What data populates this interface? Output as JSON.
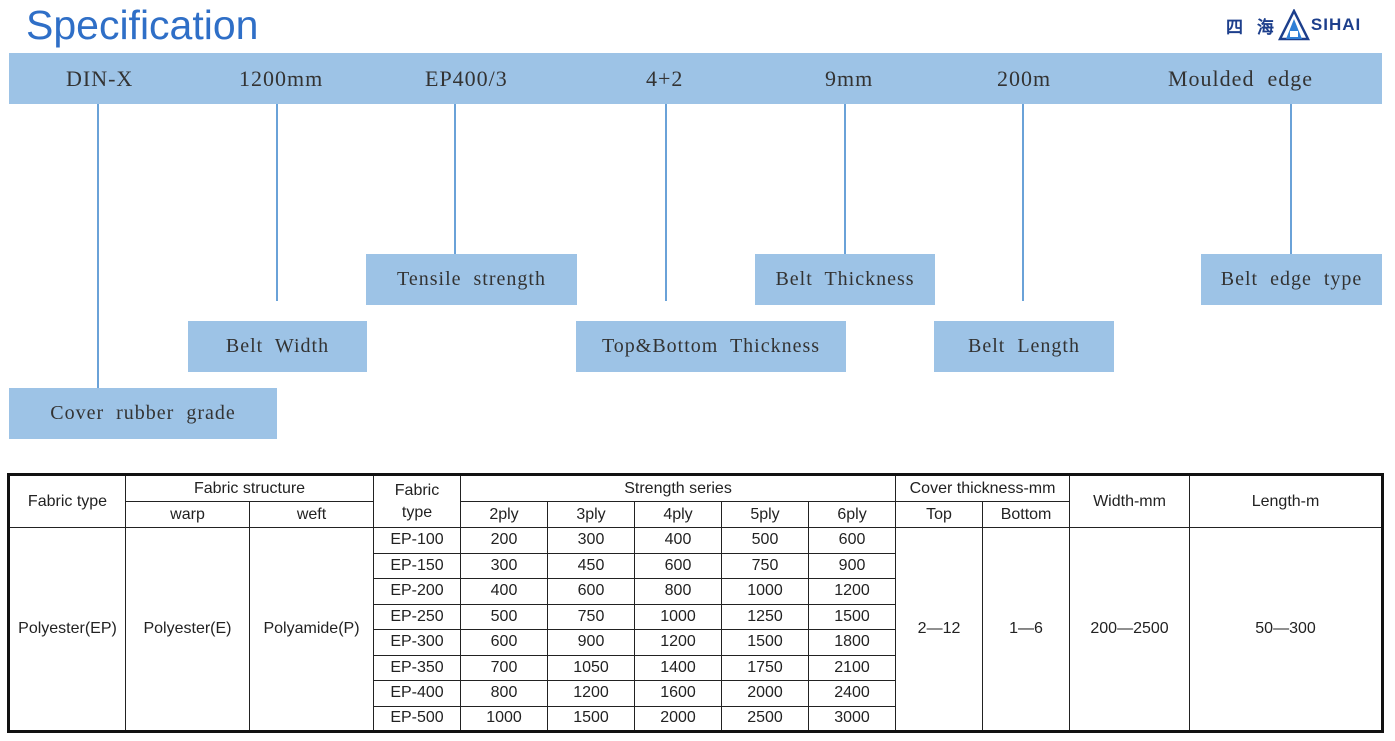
{
  "title": "Specification",
  "logo": {
    "cn": "四 海",
    "en": "SIHAI"
  },
  "spec_bar": [
    "DIN-X",
    "1200mm",
    "EP400/3",
    "4+2",
    "9mm",
    "200m",
    "Moulded  edge"
  ],
  "labels": {
    "cover_rubber_grade": "Cover  rubber  grade",
    "belt_width": "Belt  Width",
    "tensile_strength": "Tensile  strength",
    "top_bottom_thickness": "Top&Bottom  Thickness",
    "belt_thickness": "Belt  Thickness",
    "belt_length": "Belt  Length",
    "belt_edge_type": "Belt  edge  type"
  },
  "table": {
    "headers": {
      "fabric_type": "Fabric type",
      "fabric_structure": "Fabric structure",
      "warp": "warp",
      "weft": "weft",
      "fabric_type2": "Fabric type",
      "strength_series": "Strength series",
      "plies": [
        "2ply",
        "3ply",
        "4ply",
        "5ply",
        "6ply"
      ],
      "cover_thickness": "Cover thickness-mm",
      "top": "Top",
      "bottom": "Bottom",
      "width": "Width-mm",
      "length": "Length-m"
    },
    "fabric_type": "Polyester(EP)",
    "warp": "Polyester(E)",
    "weft": "Polyamide(P)",
    "rows": [
      {
        "type": "EP-100",
        "values": [
          "200",
          "300",
          "400",
          "500",
          "600"
        ]
      },
      {
        "type": "EP-150",
        "values": [
          "300",
          "450",
          "600",
          "750",
          "900"
        ]
      },
      {
        "type": "EP-200",
        "values": [
          "400",
          "600",
          "800",
          "1000",
          "1200"
        ]
      },
      {
        "type": "EP-250",
        "values": [
          "500",
          "750",
          "1000",
          "1250",
          "1500"
        ]
      },
      {
        "type": "EP-300",
        "values": [
          "600",
          "900",
          "1200",
          "1500",
          "1800"
        ]
      },
      {
        "type": "EP-350",
        "values": [
          "700",
          "1050",
          "1400",
          "1750",
          "2100"
        ]
      },
      {
        "type": "EP-400",
        "values": [
          "800",
          "1200",
          "1600",
          "2000",
          "2400"
        ]
      },
      {
        "type": "EP-500",
        "values": [
          "1000",
          "1500",
          "2000",
          "2500",
          "3000"
        ]
      }
    ],
    "top": "2—12",
    "bottom": "1—6",
    "width": "200—2500",
    "length": "50—300"
  }
}
